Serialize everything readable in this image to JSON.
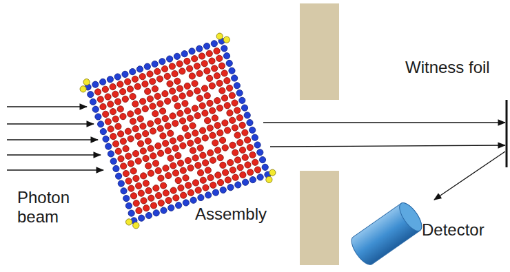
{
  "diagram": {
    "labels": [
      "Photon beam",
      "Assembly",
      "Witness foil",
      "Detector"
    ]
  }
}
